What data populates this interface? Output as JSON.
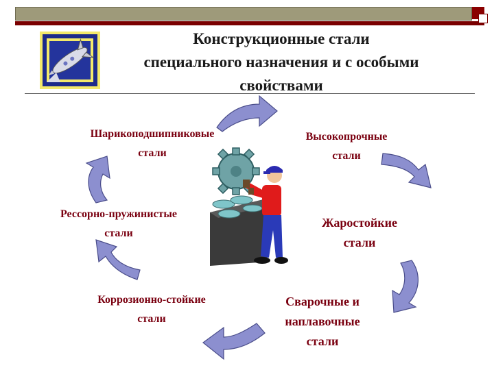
{
  "slide": {
    "title_lines": [
      "Конструкционные стали",
      "специального назначения и с особыми",
      "свойствами"
    ],
    "labels": {
      "ball_bearing": [
        "Шарикоподшипниковые",
        "стали"
      ],
      "high_strength": [
        "Высокопрочные",
        "стали"
      ],
      "heat_resistant": [
        "Жаростойкие",
        "стали"
      ],
      "welding": [
        "Сварочные и",
        "наплавочные",
        "стали"
      ],
      "corrosion": [
        "Коррозионно-стойкие",
        "стали"
      ],
      "spring": [
        "Рессорно-пружинистые",
        "стали"
      ]
    },
    "colors": {
      "label_text": "#7a0010",
      "arrow_fill": "#8c8fcf",
      "arrow_stroke": "#4a4d8a",
      "header_bar": "#9e9a7a",
      "header_accent": "#7a0000"
    },
    "icons": [
      "rocket-logo-icon",
      "worker-with-gear-illustration"
    ]
  }
}
